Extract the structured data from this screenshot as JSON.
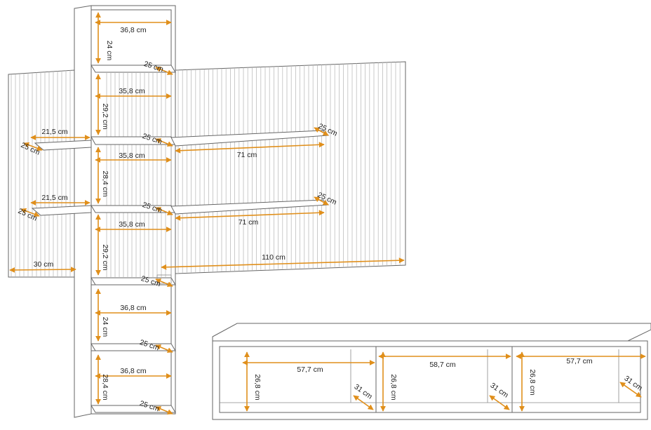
{
  "accent_color": "#e08f1b",
  "line_color": "#666666",
  "dimensions": {
    "tower": {
      "top_width": "36,8 cm",
      "top_height": "24 cm",
      "depth_1": "25 cm",
      "inner_width_1": "35,8 cm",
      "mid_height_1": "29,2 cm",
      "depth_2": "25 cm",
      "inner_width_2": "35,8 cm",
      "mid_height_2": "28,4 cm",
      "depth_3": "25 cm",
      "inner_width_3": "35,8 cm",
      "mid_height_3": "29,2 cm",
      "depth_4": "25 cm",
      "lower_width_1": "36,8 cm",
      "lower_height_1": "24 cm",
      "depth_5": "25 cm",
      "lower_width_2": "36,8 cm",
      "lower_height_2": "28,4 cm",
      "depth_6": "25 cm"
    },
    "left_panel": {
      "shelf_width_1": "21,5 cm",
      "shelf_depth_1": "25 cm",
      "shelf_width_2": "21,5 cm",
      "shelf_depth_2": "25 cm",
      "panel_width": "30 cm"
    },
    "right_panel": {
      "shelf_depth_1": "25 cm",
      "shelf_width_1": "71 cm",
      "shelf_depth_2": "25 cm",
      "shelf_width_2": "71 cm",
      "panel_width": "110 cm"
    },
    "tv_stand": {
      "width_1": "57,7 cm",
      "width_2": "58,7 cm",
      "width_3": "57,7 cm",
      "height_1": "26,8 cm",
      "height_2": "26,8 cm",
      "height_3": "26,8 cm",
      "depth_1": "31 cm",
      "depth_2": "31 cm",
      "depth_3": "31 cm"
    }
  }
}
